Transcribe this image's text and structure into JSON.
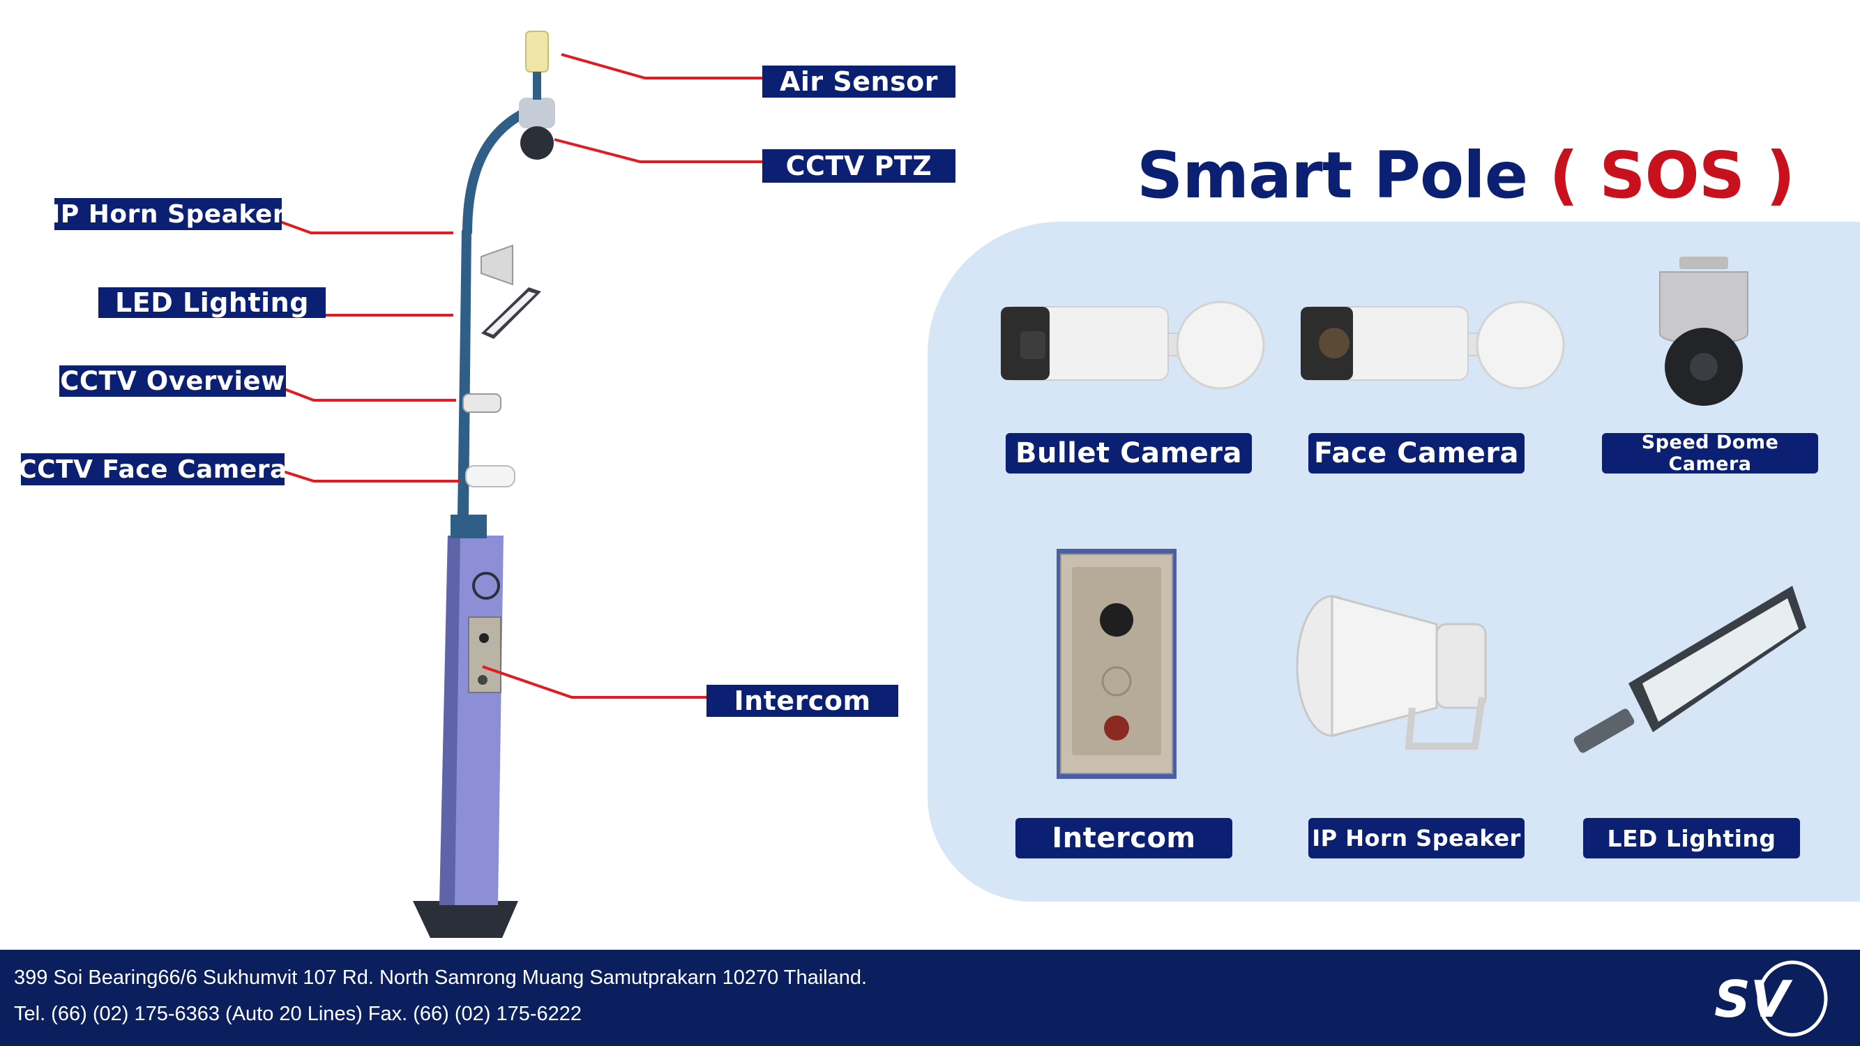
{
  "title": {
    "main": "Smart Pole",
    "open_paren": "(",
    "highlight": "SOS",
    "close_paren": ")"
  },
  "colors": {
    "navy": "#0b1f73",
    "red": "#c8111c",
    "panel": "#d6e6f7",
    "footer": "#0b1f5e",
    "pole": "#2f5f86"
  },
  "pole_callouts": {
    "air_sensor": "Air Sensor",
    "cctv_ptz": "CCTV PTZ",
    "ip_horn_speaker": "IP Horn Speaker",
    "led_lighting": "LED Lighting",
    "cctv_overview": "CCTV Overview",
    "cctv_face_camera": "CCTV Face Camera",
    "intercom": "Intercom"
  },
  "products": [
    {
      "label": "Bullet Camera",
      "icon": "bullet-camera-icon"
    },
    {
      "label": "Face Camera",
      "icon": "face-camera-icon"
    },
    {
      "label_line1": "Speed Dome",
      "label_line2": "Camera",
      "icon": "speed-dome-camera-icon"
    },
    {
      "label": "Intercom",
      "icon": "intercom-panel-icon"
    },
    {
      "label": "IP Horn Speaker",
      "icon": "horn-speaker-icon"
    },
    {
      "label": "LED Lighting",
      "icon": "led-street-light-icon"
    }
  ],
  "footer": {
    "address": "399 Soi Bearing66/6 Sukhumvit 107 Rd. North Samrong Muang Samutprakarn 10270 Thailand.",
    "contact": "Tel. (66) (02) 175-6363 (Auto 20 Lines) Fax. (66) (02) 175-6222",
    "logo_text": "SV"
  }
}
